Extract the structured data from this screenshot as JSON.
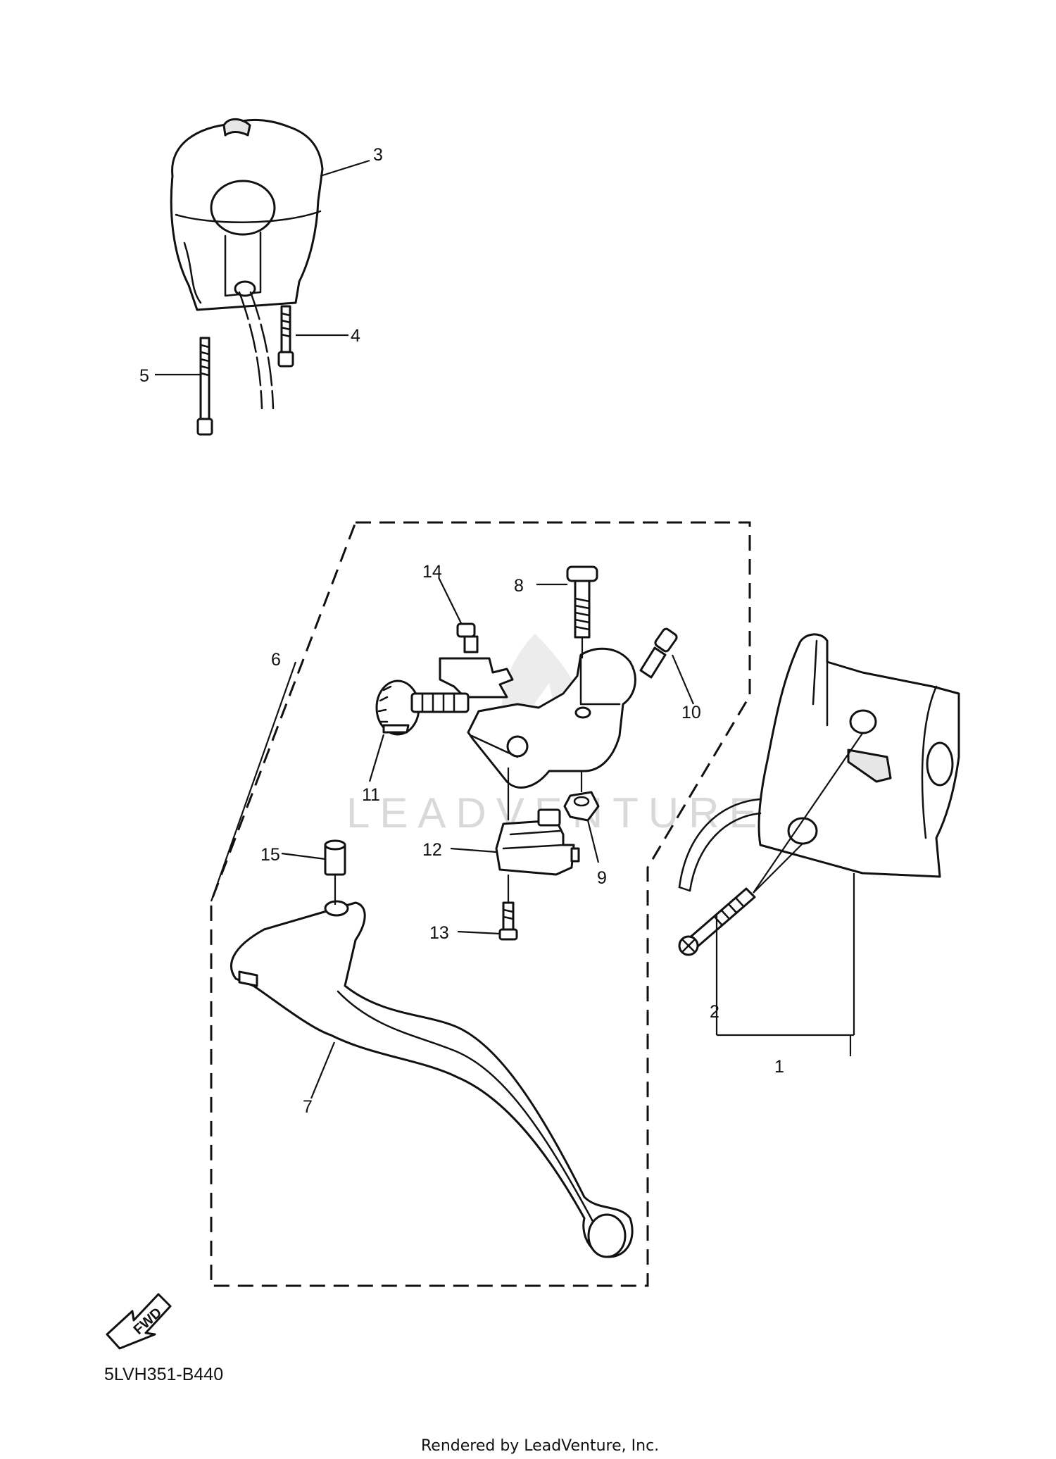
{
  "diagram_code": "5LVH351-B440",
  "footer": "Rendered by LeadVenture, Inc.",
  "watermark": "LEADVENTURE",
  "direction_arrow": "FWD",
  "callouts": [
    "1",
    "2",
    "3",
    "4",
    "5",
    "6",
    "7",
    "8",
    "9",
    "10",
    "11",
    "12",
    "13",
    "14",
    "15"
  ]
}
